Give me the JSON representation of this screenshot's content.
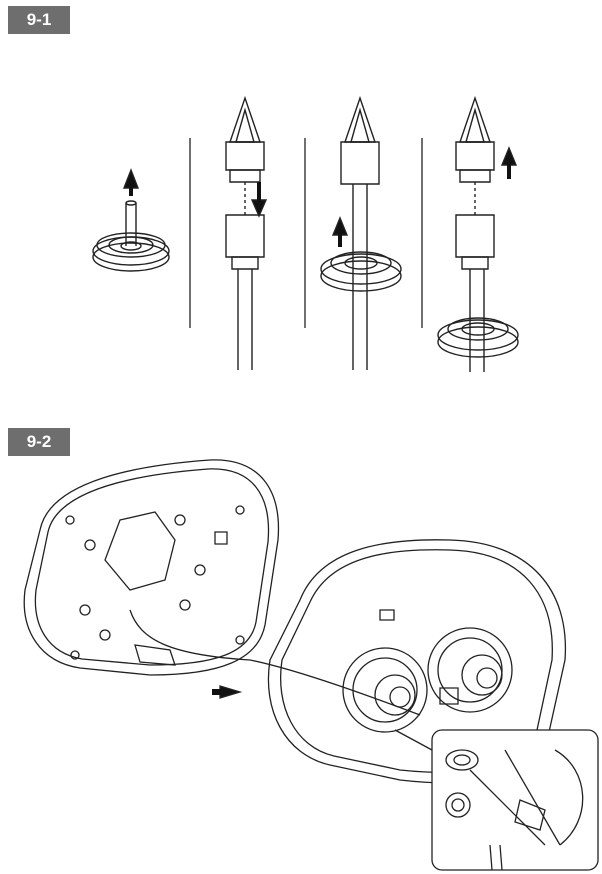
{
  "steps": [
    {
      "label": "9-1"
    },
    {
      "label": "9-2"
    }
  ],
  "figures": {
    "fig1": {
      "panel_count": 4
    },
    "fig2": {
      "has_detail_inset": true
    }
  }
}
